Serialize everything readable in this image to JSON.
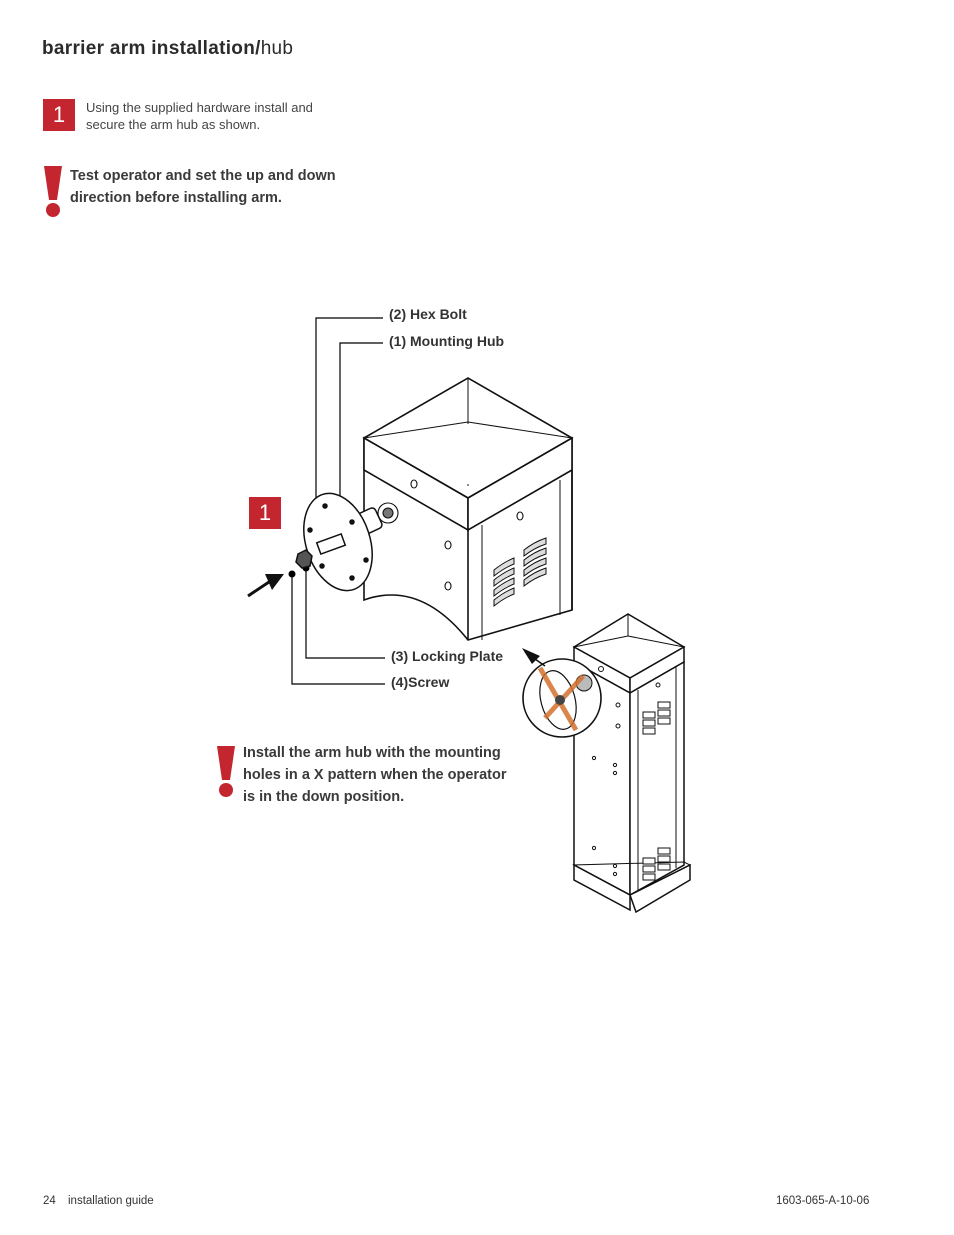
{
  "header": {
    "title_bold": "barrier arm installation/",
    "title_light": "hub"
  },
  "step1": {
    "number": "1",
    "text": "Using the supplied hardware install and secure the arm hub as shown."
  },
  "warning1": {
    "text_line1": "Test operator and set the up and down",
    "text_line2": "direction before installing arm."
  },
  "figure": {
    "step_number": "1",
    "callouts": {
      "hex_bolt": "(2) Hex Bolt",
      "mounting_hub": "(1) Mounting Hub",
      "locking_plate": "(3) Locking Plate",
      "screw": "(4)Screw"
    }
  },
  "warning2": {
    "line1": "Install the arm hub with the mounting",
    "line2": "holes in a X pattern when the operator",
    "line3": "is in the down position."
  },
  "footer": {
    "page_number": "24",
    "guide_label": "installation guide",
    "doc_id": "1603-065-A-10-06"
  },
  "colors": {
    "accent": "#c3262e",
    "text": "#3a3a3a"
  }
}
